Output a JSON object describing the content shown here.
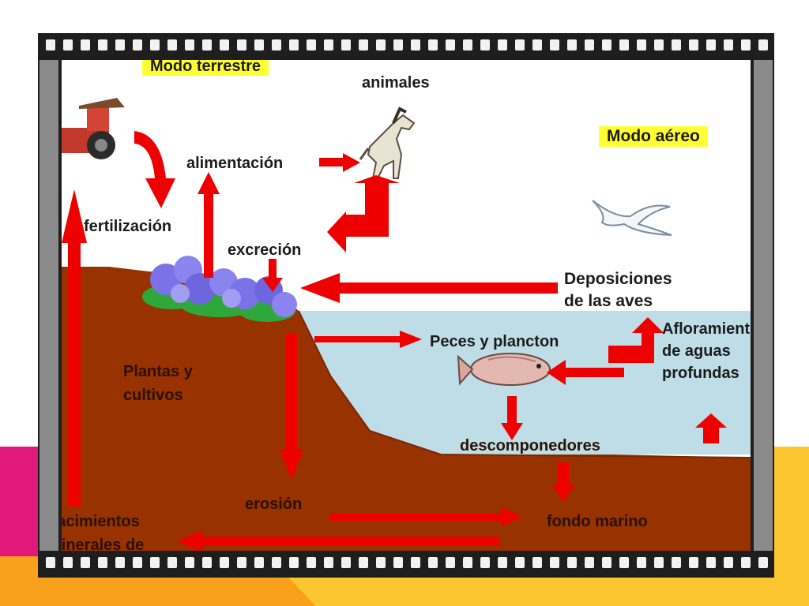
{
  "labels": {
    "modo_terrestre": "Modo terrestre",
    "animales": "animales",
    "modo_aereo": "Modo aéreo",
    "alimentacion": "alimentación",
    "fertilizacion": "fertilización",
    "excrecion": "excreción",
    "deposiciones_line1": "Deposiciones",
    "deposiciones_line2": "de las aves",
    "afloramiento_line1": "Afloramiento",
    "afloramiento_line2": "de aguas",
    "afloramiento_line3": "profundas",
    "peces": "Peces y plancton",
    "plantas_line1": "Plantas y",
    "plantas_line2": "cultivos",
    "descomponedores": "descomponedores",
    "erosion": "erosión",
    "fondo_marino": "fondo marino",
    "yacimientos_line1": "Yacimientos",
    "yacimientos_line2": "minerales de"
  },
  "colors": {
    "arrow_red": "#ee0000",
    "land_brown": "#983200",
    "sea_blue": "#bfdde6",
    "label_yellow": "#ffff33",
    "slide_magenta": "#e0197a",
    "slide_orange": "#f9a11b",
    "slide_yellow": "#fcc630",
    "film_frame": "#1e1e1e"
  },
  "icons": [
    "tractor-icon",
    "horse-icon",
    "seagull-icon",
    "fish-icon",
    "flowers-icon"
  ]
}
